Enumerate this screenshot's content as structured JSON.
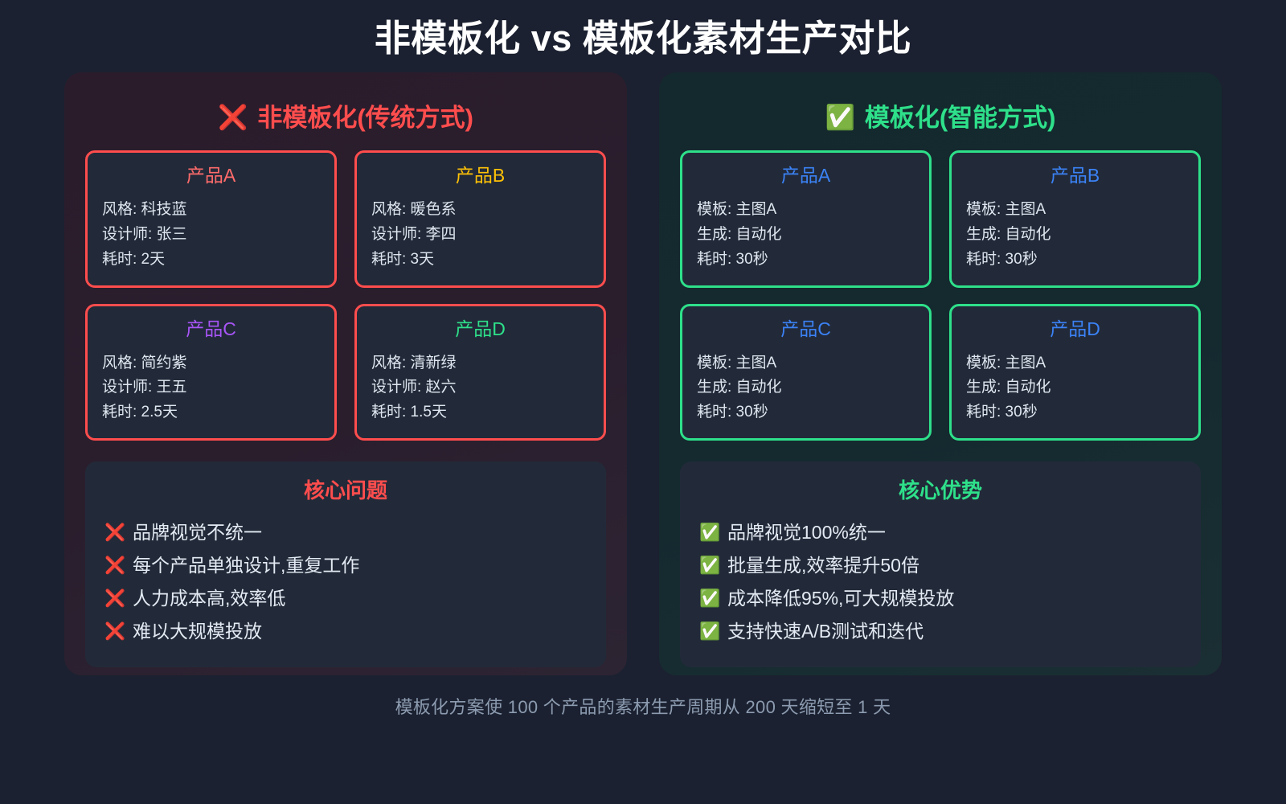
{
  "page": {
    "title": "非模板化 vs 模板化素材生产对比",
    "background_color": "#1b2130",
    "footer_note": "模板化方案使 100 个产品的素材生产周期从 200 天缩短至 1 天"
  },
  "colors": {
    "bad": "#ff4d4d",
    "good": "#2ee08a",
    "card_bg": "#222a39",
    "left_panel_bg": "#2a1e2d",
    "right_panel_bg": "#142a2f",
    "body_text": "#dfe6f0",
    "footer_text": "#8c9bb0",
    "product_a_left": "#ff6b6b",
    "product_b_left": "#ffc107",
    "product_c_left": "#a855f7",
    "product_d_left": "#2ee08a",
    "product_right": "#3b82f6"
  },
  "left_panel": {
    "icon": "cross-mark-icon",
    "icon_glyph": "❌",
    "header": "非模板化(传统方式)",
    "cards": [
      {
        "title": "产品A",
        "title_color": "#ff6b6b",
        "lines": [
          "风格: 科技蓝",
          "设计师: 张三",
          "耗时: 2天"
        ]
      },
      {
        "title": "产品B",
        "title_color": "#ffc107",
        "lines": [
          "风格: 暖色系",
          "设计师: 李四",
          "耗时: 3天"
        ]
      },
      {
        "title": "产品C",
        "title_color": "#a855f7",
        "lines": [
          "风格: 简约紫",
          "设计师: 王五",
          "耗时: 2.5天"
        ]
      },
      {
        "title": "产品D",
        "title_color": "#2ee08a",
        "lines": [
          "风格: 清新绿",
          "设计师: 赵六",
          "耗时: 1.5天"
        ]
      }
    ],
    "summary": {
      "title": "核心问题",
      "bullet_icon": "cross-mark-icon",
      "bullet_glyph": "❌",
      "bullets": [
        "品牌视觉不统一",
        "每个产品单独设计,重复工作",
        "人力成本高,效率低",
        "难以大规模投放"
      ]
    }
  },
  "right_panel": {
    "icon": "check-mark-button-icon",
    "icon_glyph": "✅",
    "header": "模板化(智能方式)",
    "cards": [
      {
        "title": "产品A",
        "title_color": "#3b82f6",
        "lines": [
          "模板: 主图A",
          "生成: 自动化",
          "耗时: 30秒"
        ]
      },
      {
        "title": "产品B",
        "title_color": "#3b82f6",
        "lines": [
          "模板: 主图A",
          "生成: 自动化",
          "耗时: 30秒"
        ]
      },
      {
        "title": "产品C",
        "title_color": "#3b82f6",
        "lines": [
          "模板: 主图A",
          "生成: 自动化",
          "耗时: 30秒"
        ]
      },
      {
        "title": "产品D",
        "title_color": "#3b82f6",
        "lines": [
          "模板: 主图A",
          "生成: 自动化",
          "耗时: 30秒"
        ]
      }
    ],
    "summary": {
      "title": "核心优势",
      "bullet_icon": "check-mark-button-icon",
      "bullet_glyph": "✅",
      "bullets": [
        "品牌视觉100%统一",
        "批量生成,效率提升50倍",
        "成本降低95%,可大规模投放",
        "支持快速A/B测试和迭代"
      ]
    }
  }
}
